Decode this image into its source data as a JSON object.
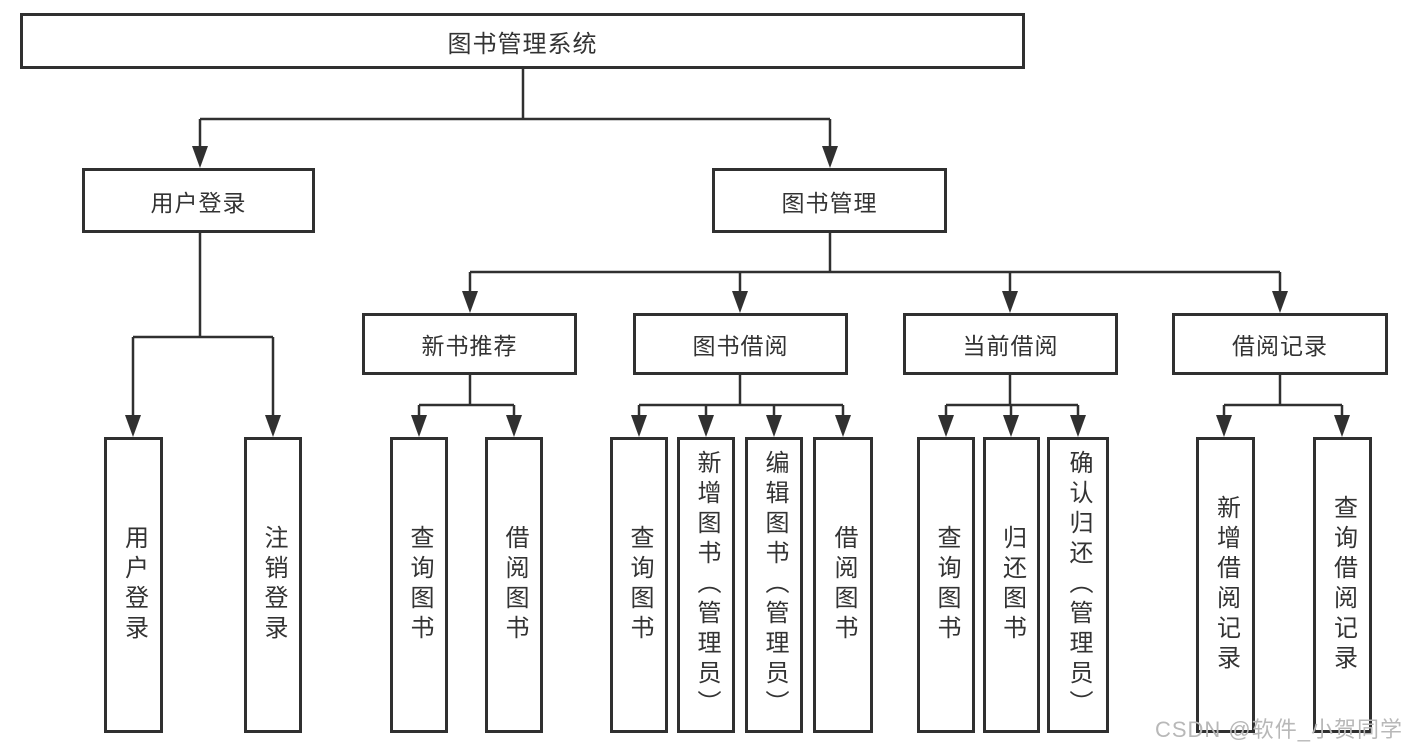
{
  "diagram": {
    "root": {
      "label": "图书管理系统"
    },
    "level2": {
      "user_login": {
        "label": "用户登录"
      },
      "book_management": {
        "label": "图书管理"
      }
    },
    "level3": {
      "new_book_recommendation": {
        "label": "新书推荐"
      },
      "book_borrowing": {
        "label": "图书借阅"
      },
      "current_borrowing": {
        "label": "当前借阅"
      },
      "borrowing_records": {
        "label": "借阅记录"
      }
    },
    "leaves": {
      "user_login": {
        "label": "用户登录"
      },
      "logout": {
        "label": "注销登录"
      },
      "recommend_query_books": {
        "label": "查询图书"
      },
      "recommend_borrow_books": {
        "label": "借阅图书"
      },
      "borrowing_query_books": {
        "label": "查询图书"
      },
      "borrowing_add_books_admin": {
        "label": "新增图书（管理员）"
      },
      "borrowing_edit_books_admin": {
        "label": "编辑图书（管理员）"
      },
      "borrowing_borrow_books": {
        "label": "借阅图书"
      },
      "current_query_books": {
        "label": "查询图书"
      },
      "current_return_books": {
        "label": "归还图书"
      },
      "current_confirm_return_admin": {
        "label": "确认归还（管理员）"
      },
      "records_add_borrow_record": {
        "label": "新增借阅记录"
      },
      "records_query_borrow_record": {
        "label": "查询借阅记录"
      }
    }
  },
  "watermark": {
    "text": "CSDN @软件_小贺同学"
  },
  "colors": {
    "border": "#303030",
    "line": "#303030",
    "text": "#333333",
    "watermark": "#b8b8b8",
    "background": "#ffffff"
  }
}
